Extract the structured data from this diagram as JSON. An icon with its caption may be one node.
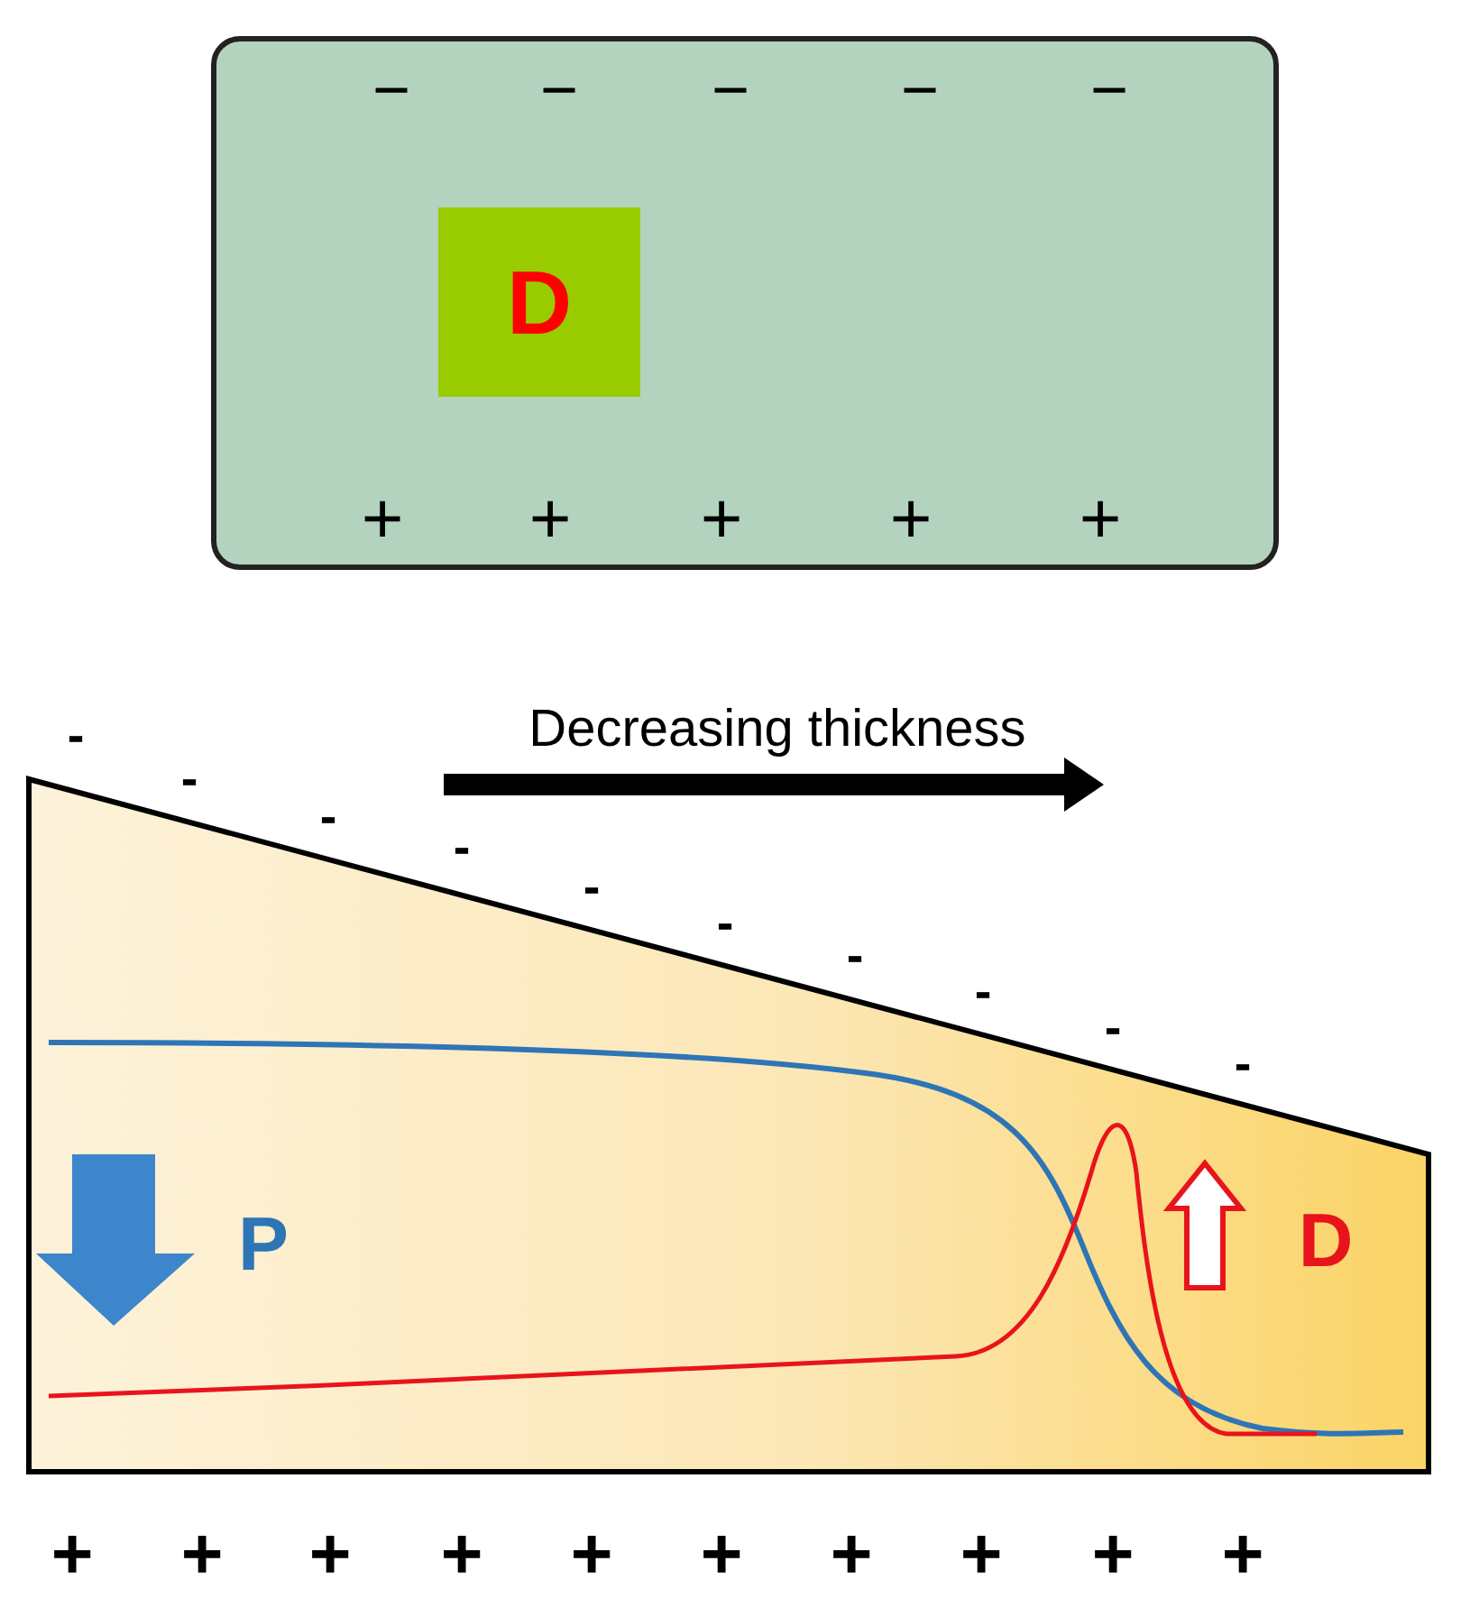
{
  "diagram": {
    "nodes": [
      {
        "text": [],
        "shape": "box"
      },
      {
        "text": [
          "D"
        ],
        "in": 0
      }
    ],
    "labels": [
      "−",
      "−",
      "−",
      "−",
      "−",
      "+",
      "+",
      "+",
      "+",
      "+",
      "-",
      "-",
      "-",
      "-",
      "-",
      "-",
      "-",
      "-",
      "-",
      "-",
      "Decreasing thickness",
      "P",
      "D",
      "+",
      "+",
      "+",
      "+",
      "+",
      "+",
      "+",
      "+",
      "+",
      "+"
    ]
  }
}
